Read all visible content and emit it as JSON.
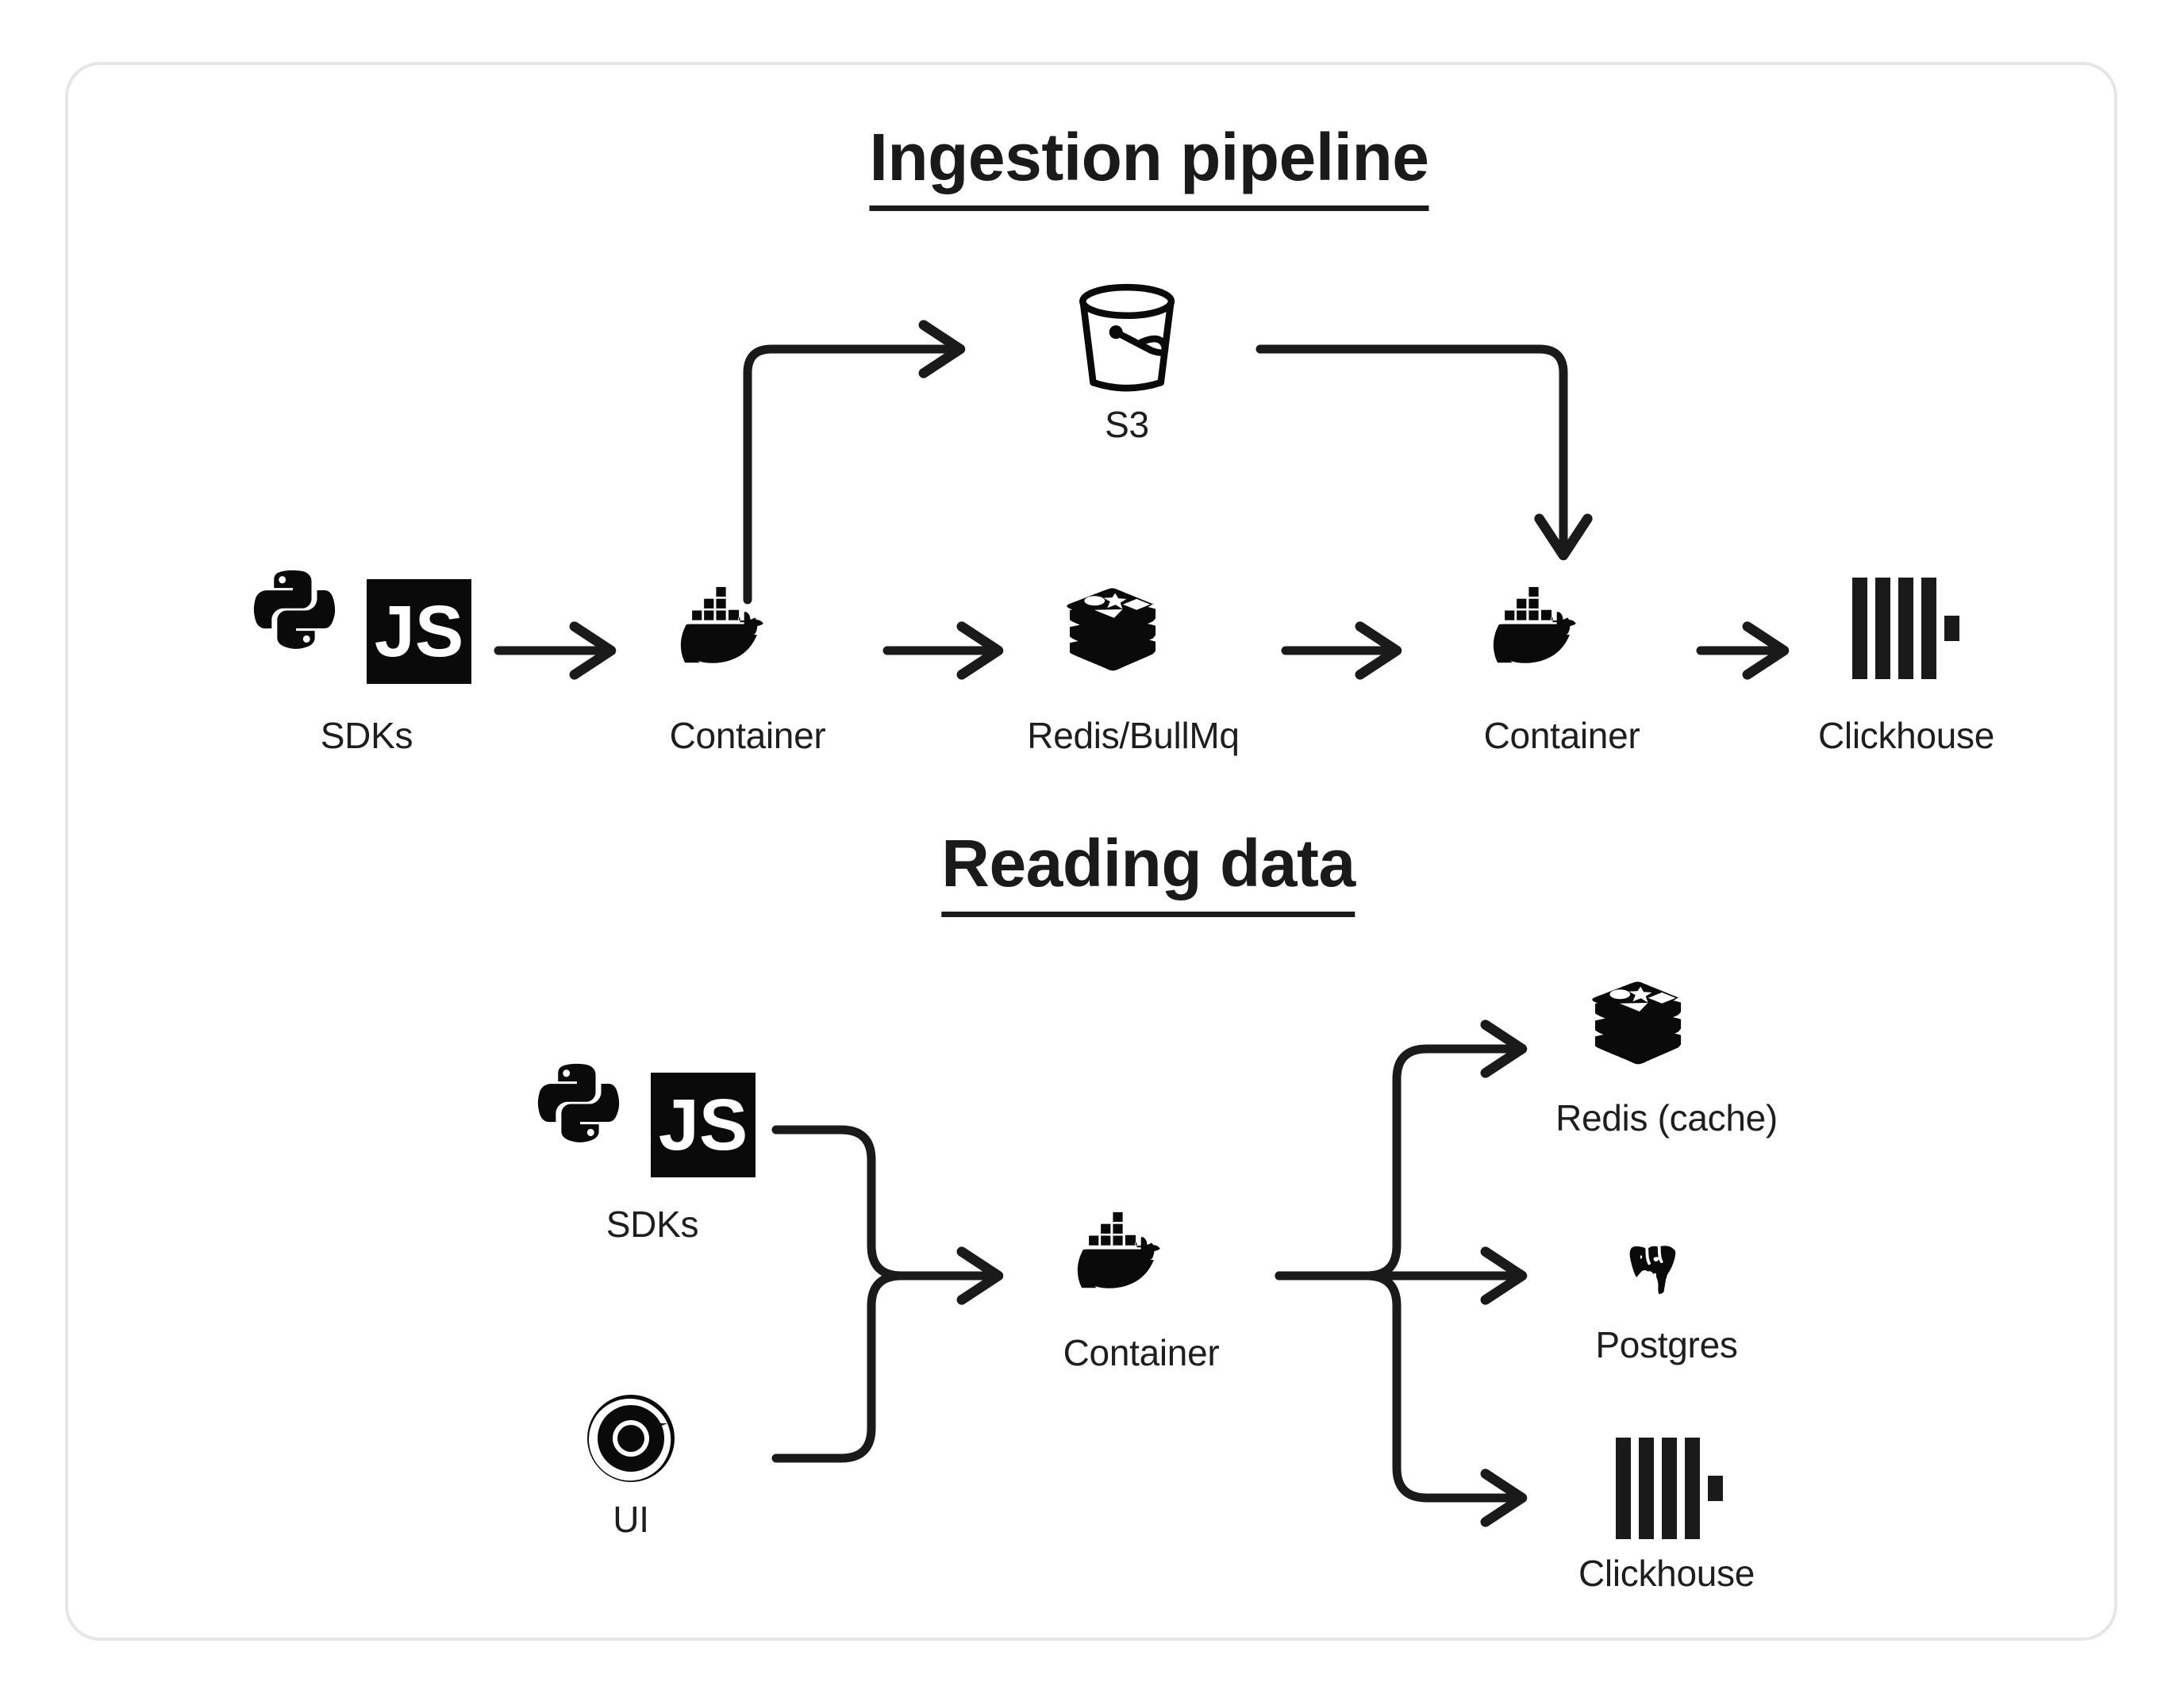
{
  "card": {
    "border_color": "#e6e6e6",
    "background": "#ffffff"
  },
  "colors": {
    "ink": "#1a1a1a",
    "icon": "#0a0a0a",
    "label": "#1e1e1e",
    "border": "#e6e6e6"
  },
  "sections": [
    {
      "id": "ingestion",
      "title": "Ingestion pipeline",
      "nodes": [
        {
          "id": "sdks-top",
          "label": "SDKs",
          "icons": [
            "python-icon",
            "javascript-icon"
          ],
          "js_text": "JS"
        },
        {
          "id": "container-ingest-1",
          "label": "Container",
          "icons": [
            "docker-icon"
          ]
        },
        {
          "id": "s3",
          "label": "S3",
          "icons": [
            "bucket-icon"
          ]
        },
        {
          "id": "redis-bullmq",
          "label": "Redis/BullMq",
          "icons": [
            "redis-icon"
          ]
        },
        {
          "id": "container-ingest-2",
          "label": "Container",
          "icons": [
            "docker-icon"
          ]
        },
        {
          "id": "clickhouse-top",
          "label": "Clickhouse",
          "icons": [
            "clickhouse-icon"
          ]
        }
      ],
      "edges": [
        {
          "from": "sdks-top",
          "to": "container-ingest-1",
          "shape": "straight"
        },
        {
          "from": "container-ingest-1",
          "to": "s3",
          "shape": "up-right"
        },
        {
          "from": "container-ingest-1",
          "to": "redis-bullmq",
          "shape": "straight"
        },
        {
          "from": "s3",
          "to": "container-ingest-2",
          "shape": "right-down"
        },
        {
          "from": "redis-bullmq",
          "to": "container-ingest-2",
          "shape": "straight"
        },
        {
          "from": "container-ingest-2",
          "to": "clickhouse-top",
          "shape": "straight"
        }
      ]
    },
    {
      "id": "reading",
      "title": "Reading data",
      "nodes": [
        {
          "id": "sdks-read",
          "label": "SDKs",
          "icons": [
            "python-icon",
            "javascript-icon"
          ],
          "js_text": "JS"
        },
        {
          "id": "ui",
          "label": "UI",
          "icons": [
            "chrome-icon"
          ]
        },
        {
          "id": "container-read",
          "label": "Container",
          "icons": [
            "docker-icon"
          ]
        },
        {
          "id": "redis-cache",
          "label": "Redis (cache)",
          "icons": [
            "redis-icon"
          ]
        },
        {
          "id": "postgres",
          "label": "Postgres",
          "icons": [
            "postgres-icon"
          ]
        },
        {
          "id": "clickhouse-bottom",
          "label": "Clickhouse",
          "icons": [
            "clickhouse-icon"
          ]
        }
      ],
      "edges": [
        {
          "from": "sdks-read",
          "to": "container-read",
          "shape": "merge-top"
        },
        {
          "from": "ui",
          "to": "container-read",
          "shape": "merge-bottom"
        },
        {
          "from": "container-read",
          "to": "redis-cache",
          "shape": "split-up"
        },
        {
          "from": "container-read",
          "to": "postgres",
          "shape": "split-straight"
        },
        {
          "from": "container-read",
          "to": "clickhouse-bottom",
          "shape": "split-down"
        }
      ]
    }
  ]
}
